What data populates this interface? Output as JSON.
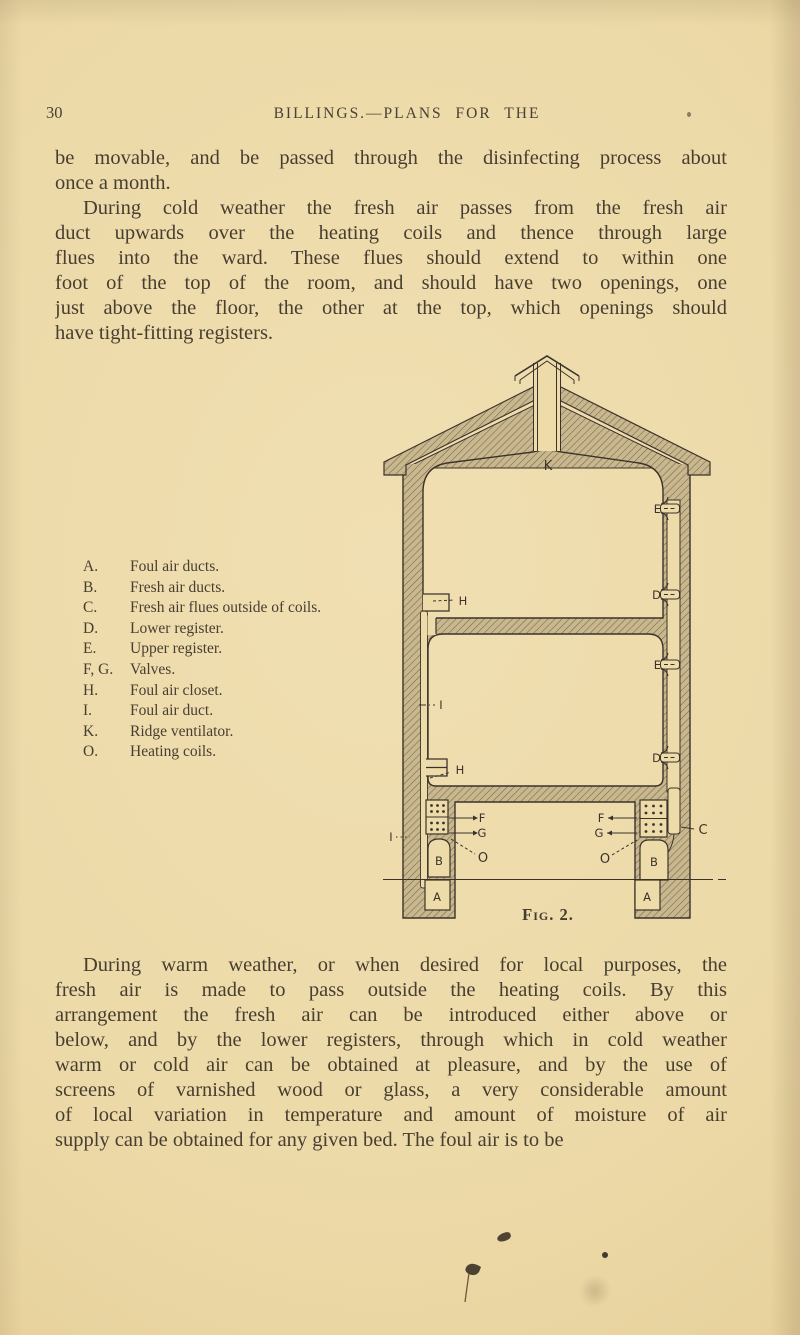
{
  "page": {
    "number": "30",
    "header": "BILLINGS.—PLANS FOR THE"
  },
  "paragraphs": {
    "p1_lines": [
      "be movable, and be passed through the disinfecting process about",
      "once a month."
    ],
    "p2_lines": [
      "During cold weather the fresh air passes from the fresh air",
      "duct upwards over the heating coils and thence through large",
      "flues into the ward.  These flues should extend to within one",
      "foot of the top of the room, and should have two openings, one",
      "just above the floor, the other at the top, which openings should",
      "have tight-fitting registers."
    ],
    "p3_lines": [
      "During warm weather, or when desired for local purposes, the",
      "fresh air is made to pass outside the heating coils.  By this",
      "arrangement the fresh air can be introduced either above or",
      "below, and by the lower registers, through which in cold weather",
      "warm or cold air can be obtained at pleasure, and by the use of",
      "screens of varnished wood or glass, a very considerable amount",
      "of local variation in temperature and amount of moisture of air",
      "supply can be obtained for any given bed.  The foul air is to be"
    ]
  },
  "legend": {
    "items": [
      {
        "key": "A.",
        "label": "Foul air ducts."
      },
      {
        "key": "B.",
        "label": "Fresh air ducts."
      },
      {
        "key": "C.",
        "label": "Fresh air flues outside of coils."
      },
      {
        "key": "D.",
        "label": "Lower register."
      },
      {
        "key": "E.",
        "label": "Upper register."
      },
      {
        "key": "F, G.",
        "label": "Valves."
      },
      {
        "key": "H.",
        "label": "Foul air closet."
      },
      {
        "key": "I.",
        "label": "Foul air duct."
      },
      {
        "key": "K.",
        "label": "Ridge ventilator."
      },
      {
        "key": "O.",
        "label": "Heating coils."
      }
    ]
  },
  "figure": {
    "caption": "Fig. 2.",
    "labels": {
      "K": "K",
      "E": "E",
      "D": "D",
      "H": "H",
      "I": "I",
      "F": "F",
      "G": "G",
      "O": "O",
      "A": "A",
      "B": "B",
      "C": "C"
    }
  },
  "colors": {
    "paper": "#eedbaa",
    "ink": "#473e30",
    "hatch_fill": "#c9b88e",
    "hatch_line": "#7b6a50",
    "outline": "#3b332a"
  }
}
